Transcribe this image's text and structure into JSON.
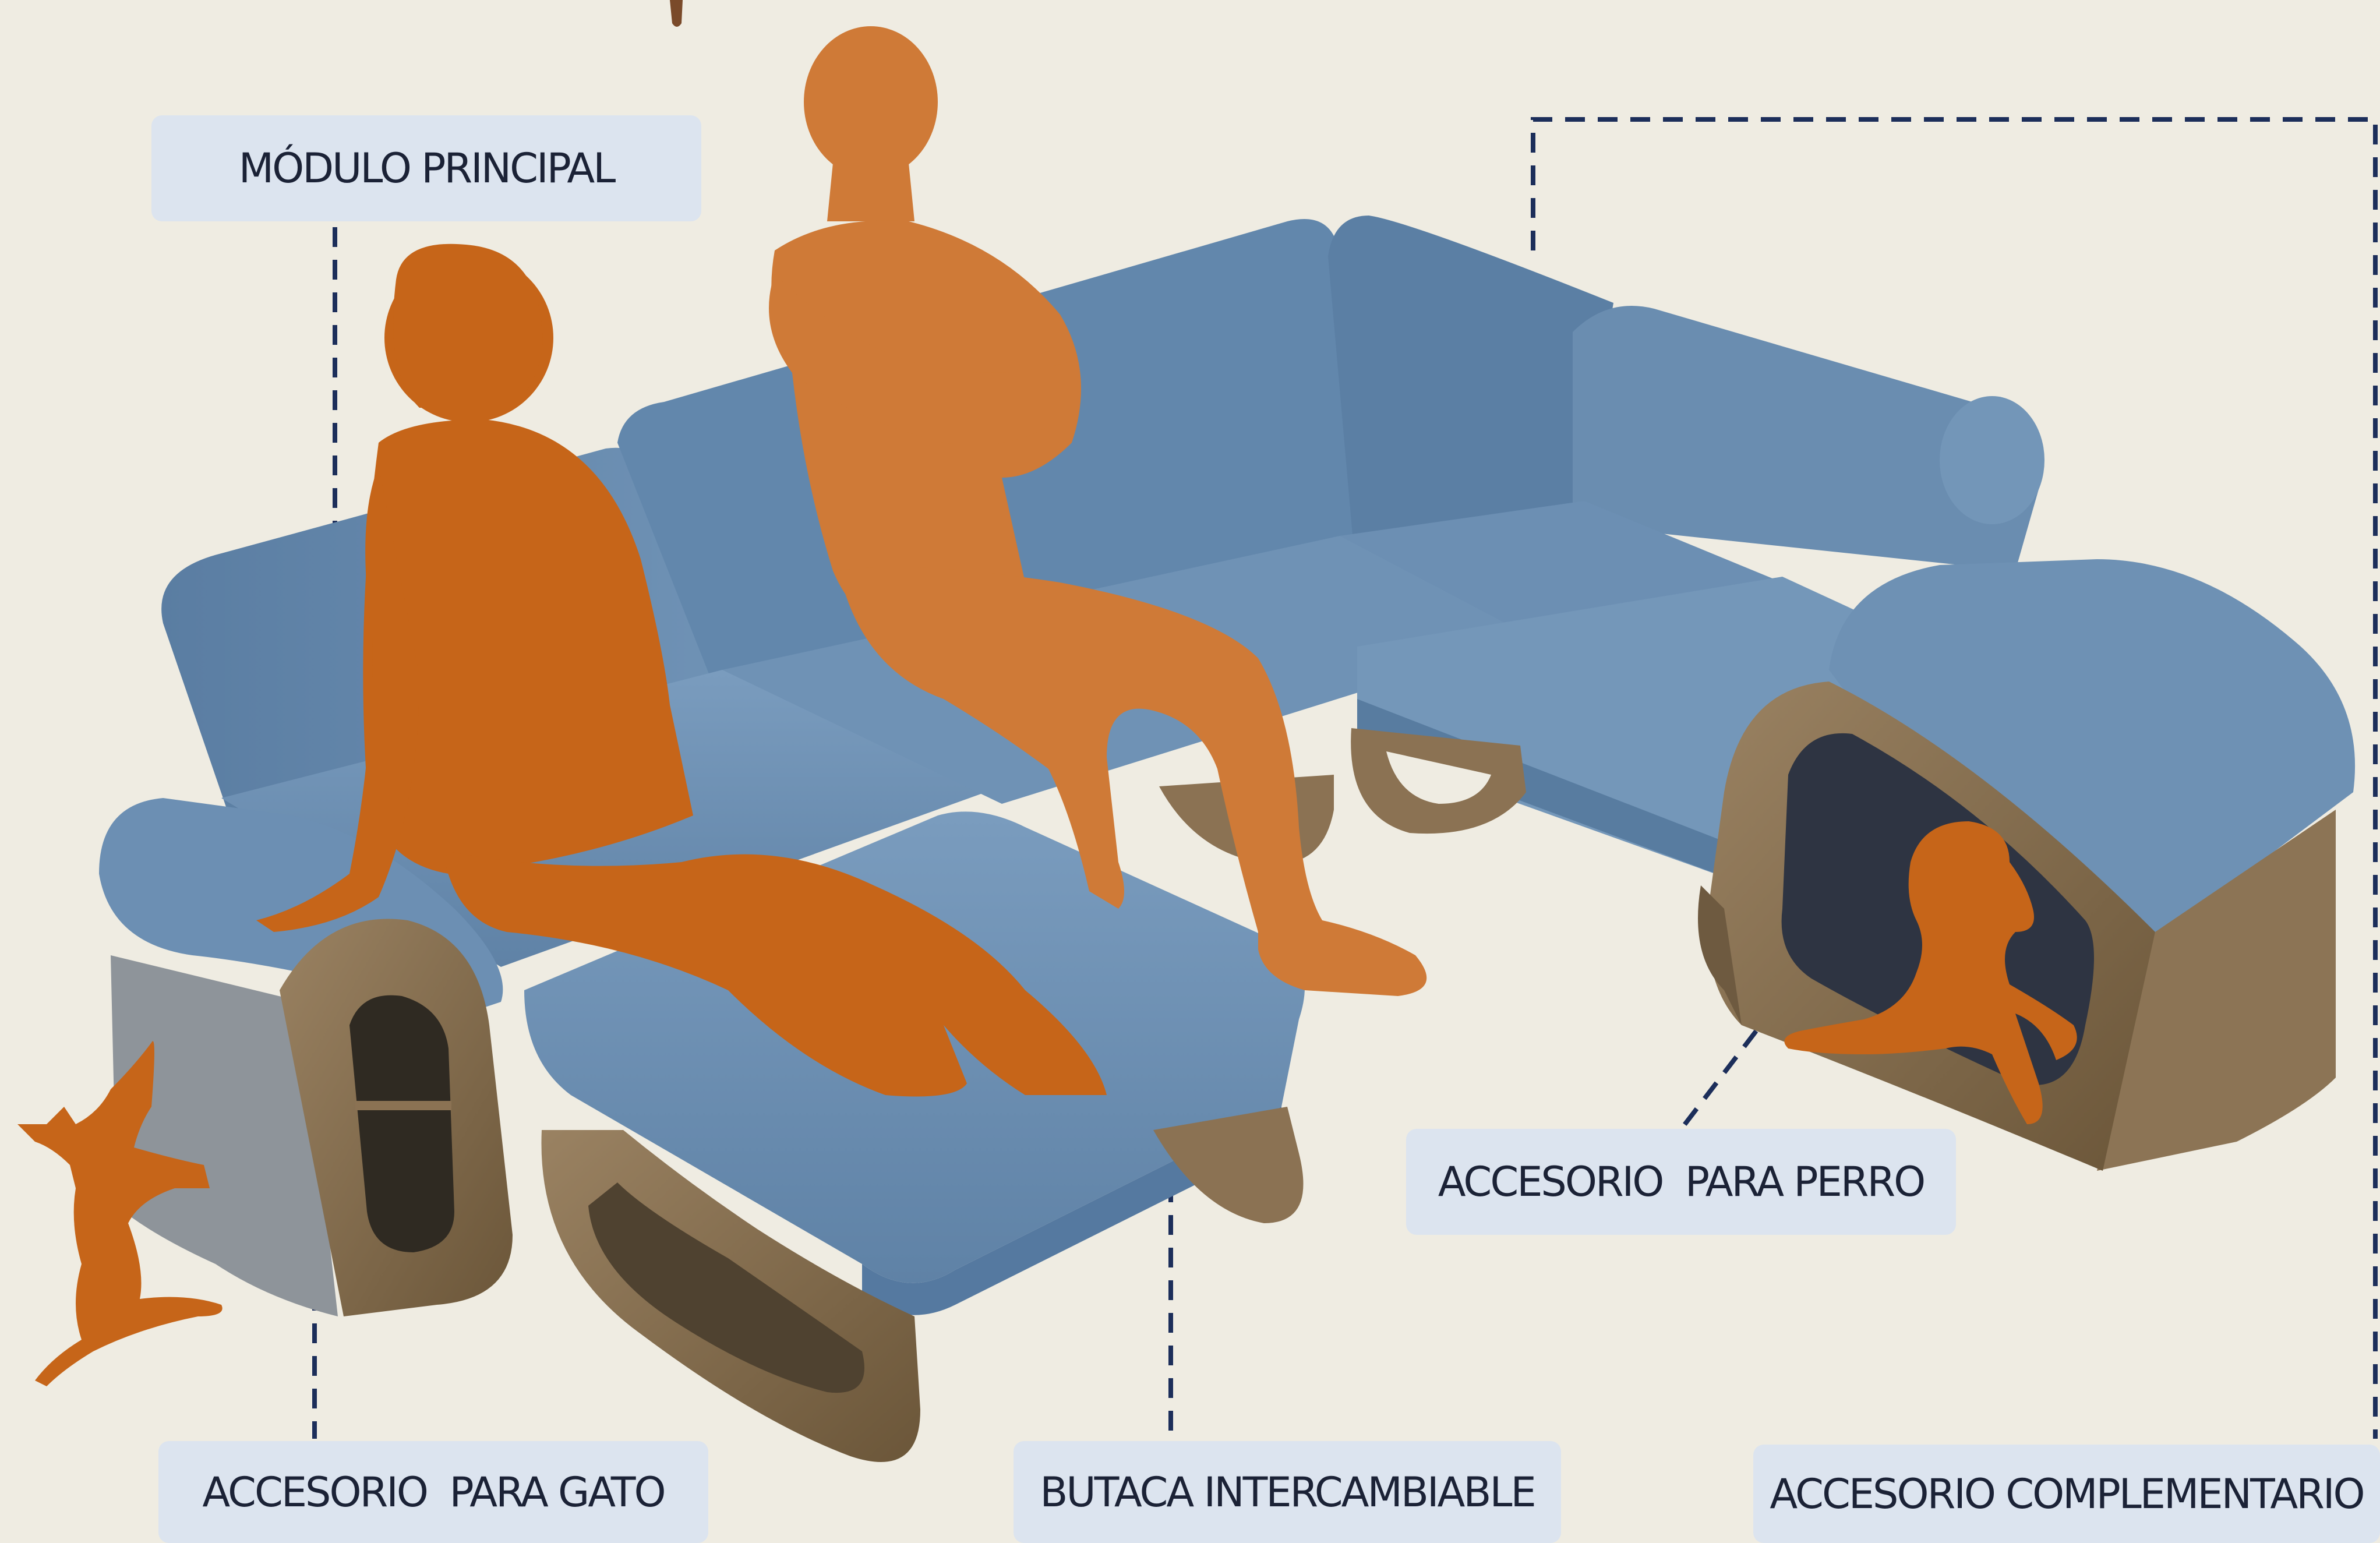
{
  "labels": {
    "main_module": "MÓDULO PRINCIPAL",
    "cat_accessory": "ACCESORIO  PARA GATO",
    "interchangeable_chair": "BUTACA INTERCAMBIABLE",
    "dog_accessory": "ACCESORIO  PARA PERRO",
    "complementary_accessory": "ACCESORIO COMPLEMENTARIO"
  },
  "colors": {
    "background": "#EFECE2",
    "label_fill": "#DCE4EF",
    "label_text": "#1B2236",
    "dashed_line": "#1C2E5A",
    "upholstery": "#6B8FB2",
    "upholstery_dark": "#4F6F92",
    "wood": "#8C7455",
    "wood_dark": "#6E5A40",
    "silhouette_woman": "#C66519",
    "silhouette_man": "#CF7A37"
  },
  "icons": [
    "woman-silhouette",
    "man-silhouette",
    "cat-silhouette",
    "dog-silhouette"
  ]
}
